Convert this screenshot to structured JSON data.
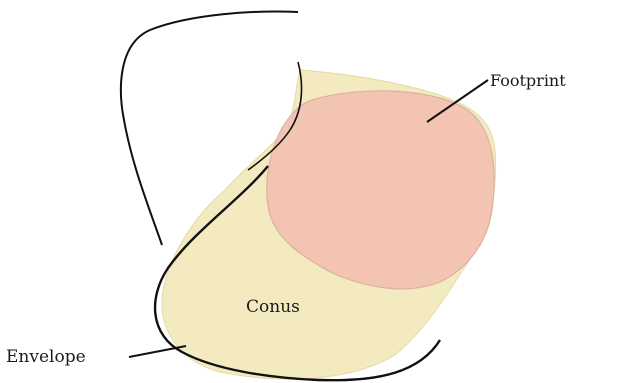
{
  "labels": {
    "footprint": "Footprint",
    "conus": "Conus",
    "envelope": "Envelope"
  },
  "colors": {
    "background": "#ffffff",
    "conus_fill": "#f4eac0",
    "footprint_fill": "#f3c4b2",
    "footprint_stroke": "#d9b1a3",
    "outline": "#111111",
    "text": "#1a1a1a"
  }
}
